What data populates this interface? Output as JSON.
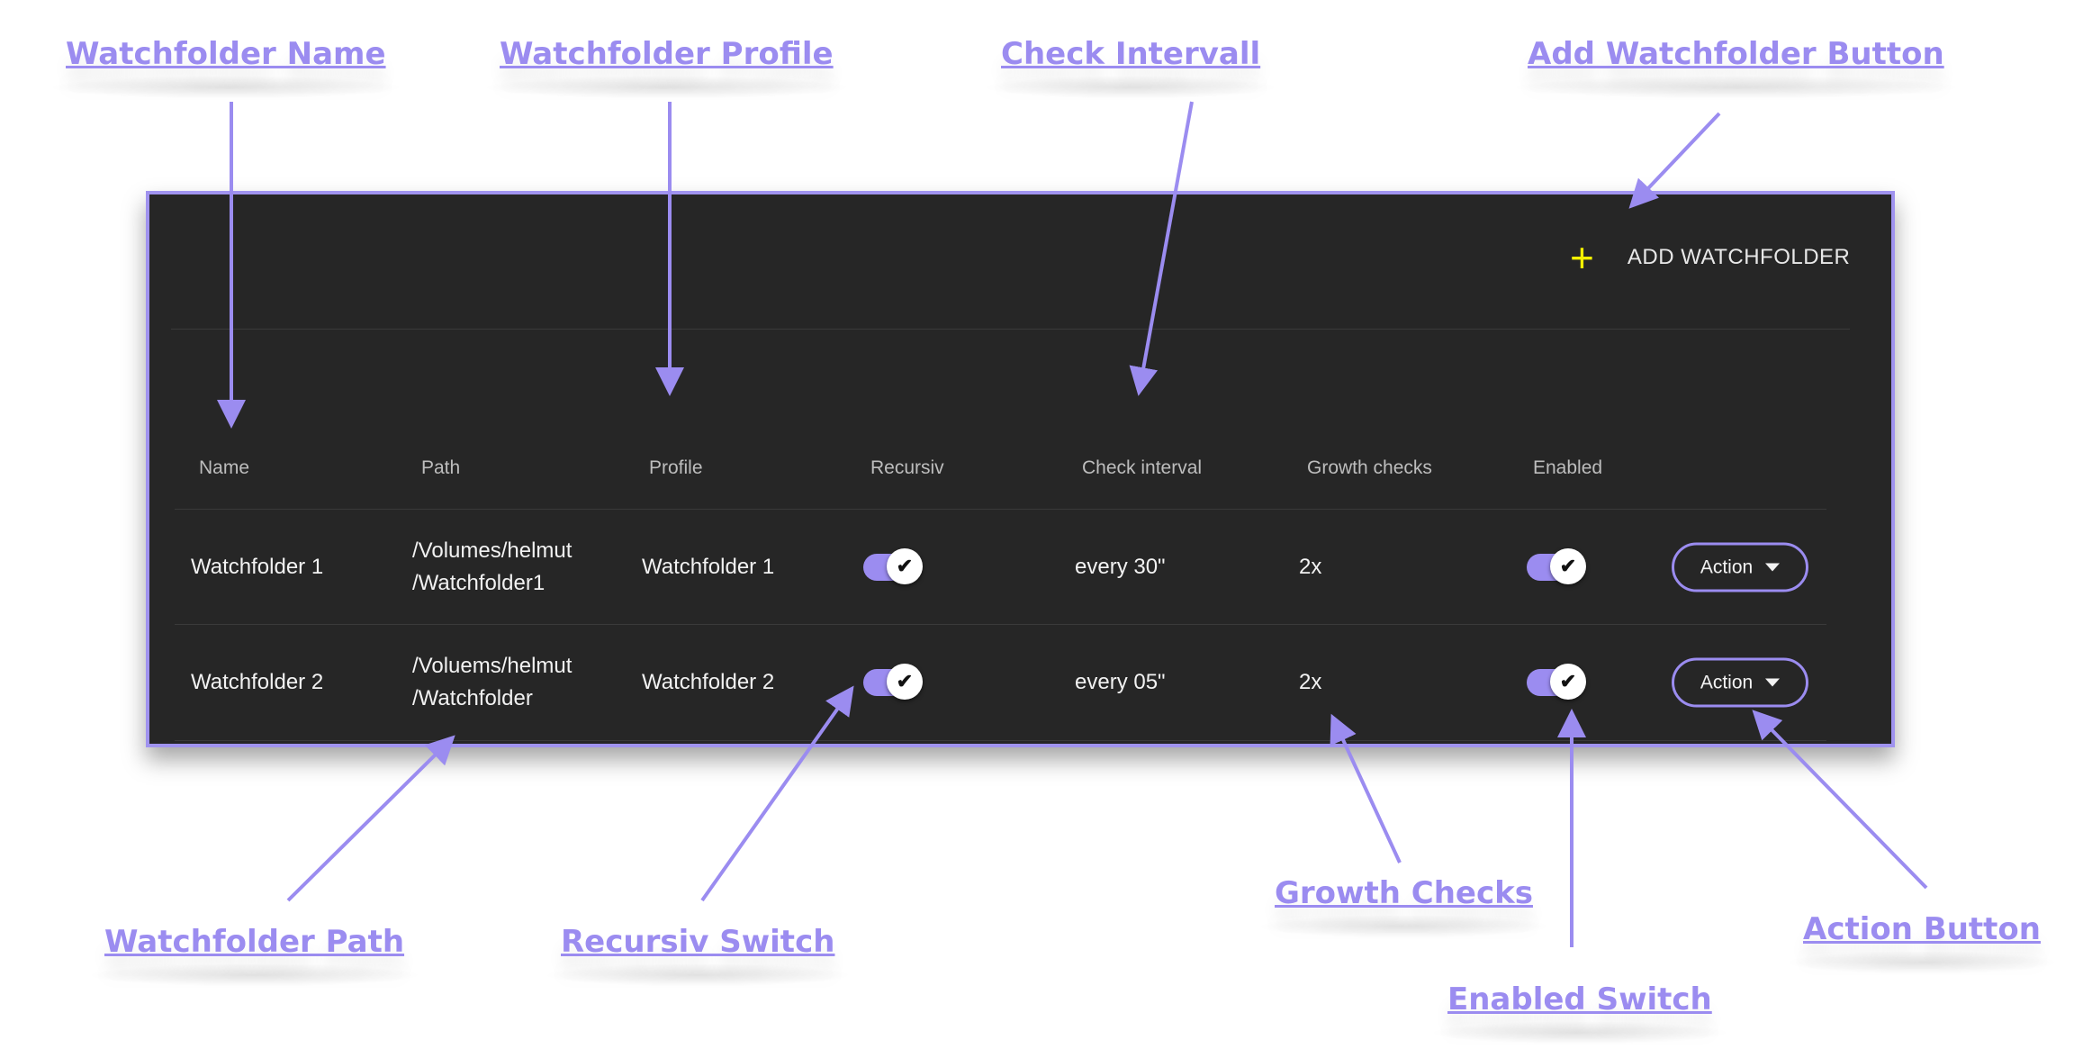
{
  "callouts": {
    "name": "Watchfolder Name",
    "profile": "Watchfolder Profile",
    "interval": "Check Intervall",
    "add": "Add Watchfolder Button",
    "path": "Watchfolder Path",
    "recursiv": "Recursiv Switch",
    "growth": "Growth Checks",
    "enabled": "Enabled Switch",
    "action": "Action Button"
  },
  "toolbar": {
    "add_label": "ADD WATCHFOLDER",
    "add_icon": "plus-icon"
  },
  "table": {
    "headers": [
      "Name",
      "Path",
      "Profile",
      "Recursiv",
      "Check interval",
      "Growth checks",
      "Enabled"
    ],
    "rows": [
      {
        "name": "Watchfolder 1",
        "path_line1": "/Volumes/helmut",
        "path_line2": "/Watchfolder1",
        "profile": "Watchfolder 1",
        "recursiv": true,
        "interval": "every 30\"",
        "growth": "2x",
        "enabled": true,
        "action": "Action"
      },
      {
        "name": "Watchfolder 2",
        "path_line1": "/Voluems/helmut",
        "path_line2": "/Watchfolder",
        "profile": "Watchfolder 2",
        "recursiv": true,
        "interval": "every 05\"",
        "growth": "2x",
        "enabled": true,
        "action": "Action"
      }
    ]
  },
  "colors": {
    "accent": "#9b8cf0",
    "panel": "#262626",
    "plus": "#f5f100"
  }
}
